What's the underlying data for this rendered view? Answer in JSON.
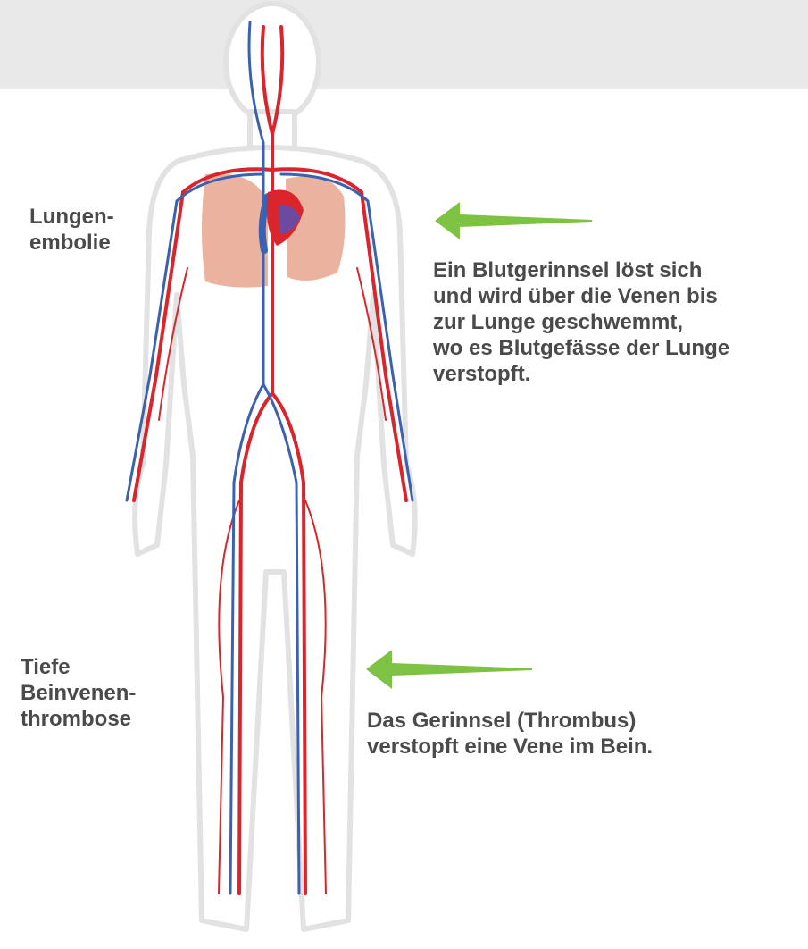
{
  "labels": {
    "lungenembolie": "Lungen-\nembolie",
    "tiefe_beinvenenthrombose": "Tiefe\nBeinvenen-\nthrombose"
  },
  "descriptions": {
    "lung": "Ein Blutgerinnsel löst sich\nund wird über die Venen bis\nzur Lunge geschwemmt,\nwo es Blutgefässe der Lunge\nverstopft.",
    "leg": "Das Gerinnsel (Thrombus)\nverstopft eine Vene im Bein."
  },
  "colors": {
    "background_band": "#e9e9e9",
    "text": "#4a4a4a",
    "arrow": "#7dc242",
    "artery": "#d9252b",
    "vein": "#3a62b0",
    "lung": "#e8a58f",
    "skin_outline": "#e2e2e2"
  },
  "icons": {
    "arrow": "left-arrow-icon",
    "figure": "circulatory-system-illustration"
  }
}
